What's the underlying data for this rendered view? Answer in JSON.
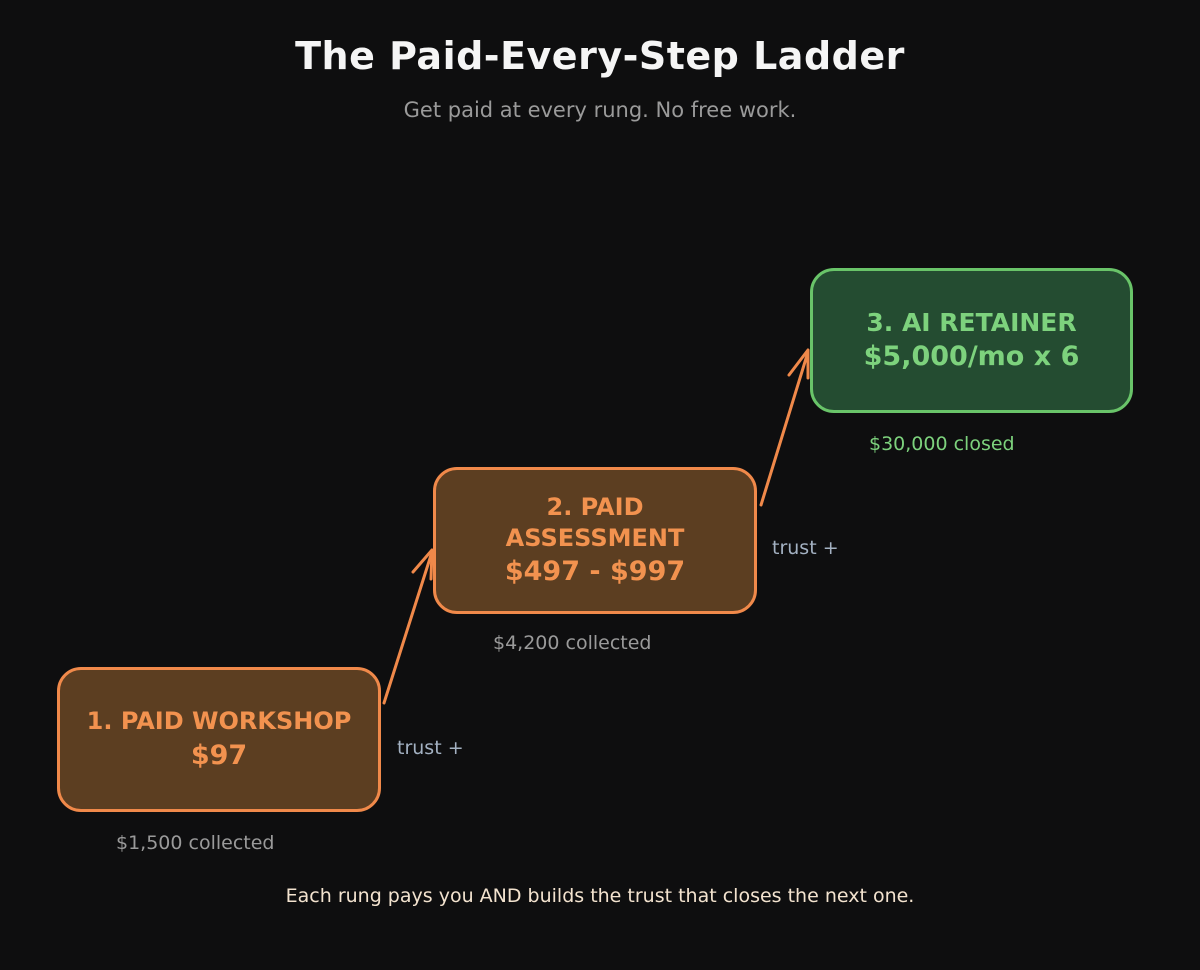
{
  "title": "The Paid-Every-Step Ladder",
  "subtitle": "Get paid at every rung. No free work.",
  "colors": {
    "background": "#0e0e0f",
    "orange_fill": "#5c3e21",
    "orange_stroke": "#f0894a",
    "green_fill": "#244c31",
    "green_stroke": "#69c469",
    "trust_text": "#a3b1c2",
    "footer_text": "#f3e3cf"
  },
  "rungs": [
    {
      "label": "1. PAID WORKSHOP",
      "price": "$97",
      "collected": "$1,500 collected"
    },
    {
      "label_line1": "2. PAID",
      "label_line2": "ASSESSMENT",
      "price": "$497 - $997",
      "collected": "$4,200 collected"
    },
    {
      "label": "3. AI RETAINER",
      "price": "$5,000/mo x 6",
      "collected": "$30,000 closed"
    }
  ],
  "connectors": [
    {
      "label": "trust +"
    },
    {
      "label": "trust +"
    }
  ],
  "footer": "Each rung pays you AND builds the trust that closes the next one."
}
